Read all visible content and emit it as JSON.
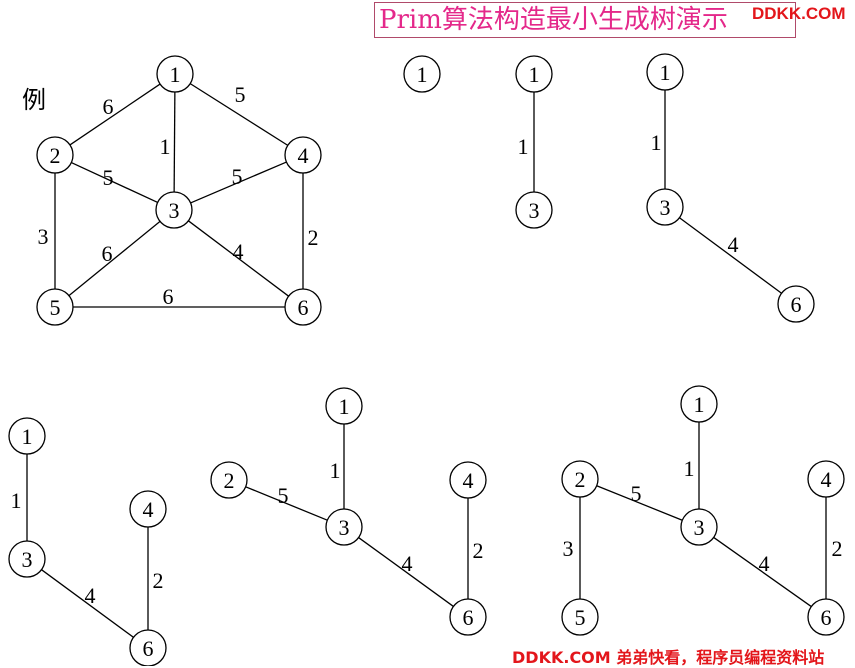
{
  "title": "Prim算法构造最小生成树演示",
  "example_label": "例",
  "watermark_top": "DDKK.COM",
  "watermark_bottom": "DDKK.COM 弟弟快看，程序员编程资料站",
  "diagrams": [
    {
      "id": "example-graph",
      "nodes": [
        "1",
        "2",
        "3",
        "4",
        "5",
        "6"
      ],
      "edges": [
        {
          "from": "1",
          "to": "2",
          "weight": "6"
        },
        {
          "from": "1",
          "to": "3",
          "weight": "1"
        },
        {
          "from": "1",
          "to": "4",
          "weight": "5"
        },
        {
          "from": "2",
          "to": "3",
          "weight": "5"
        },
        {
          "from": "3",
          "to": "4",
          "weight": "5"
        },
        {
          "from": "2",
          "to": "5",
          "weight": "3"
        },
        {
          "from": "3",
          "to": "5",
          "weight": "6"
        },
        {
          "from": "3",
          "to": "6",
          "weight": "4"
        },
        {
          "from": "4",
          "to": "6",
          "weight": "2"
        },
        {
          "from": "5",
          "to": "6",
          "weight": "6"
        }
      ]
    },
    {
      "id": "step-1",
      "nodes": [
        "1"
      ],
      "edges": []
    },
    {
      "id": "step-2",
      "nodes": [
        "1",
        "3"
      ],
      "edges": [
        {
          "from": "1",
          "to": "3",
          "weight": "1"
        }
      ]
    },
    {
      "id": "step-3",
      "nodes": [
        "1",
        "3",
        "6"
      ],
      "edges": [
        {
          "from": "1",
          "to": "3",
          "weight": "1"
        },
        {
          "from": "3",
          "to": "6",
          "weight": "4"
        }
      ]
    },
    {
      "id": "step-4",
      "nodes": [
        "1",
        "3",
        "6",
        "4"
      ],
      "edges": [
        {
          "from": "1",
          "to": "3",
          "weight": "1"
        },
        {
          "from": "3",
          "to": "6",
          "weight": "4"
        },
        {
          "from": "6",
          "to": "4",
          "weight": "2"
        }
      ]
    },
    {
      "id": "step-5",
      "nodes": [
        "1",
        "2",
        "3",
        "4",
        "6"
      ],
      "edges": [
        {
          "from": "1",
          "to": "3",
          "weight": "1"
        },
        {
          "from": "2",
          "to": "3",
          "weight": "5"
        },
        {
          "from": "3",
          "to": "6",
          "weight": "4"
        },
        {
          "from": "6",
          "to": "4",
          "weight": "2"
        }
      ]
    },
    {
      "id": "step-6",
      "nodes": [
        "1",
        "2",
        "3",
        "4",
        "5",
        "6"
      ],
      "edges": [
        {
          "from": "1",
          "to": "3",
          "weight": "1"
        },
        {
          "from": "2",
          "to": "3",
          "weight": "5"
        },
        {
          "from": "2",
          "to": "5",
          "weight": "3"
        },
        {
          "from": "3",
          "to": "6",
          "weight": "4"
        },
        {
          "from": "6",
          "to": "4",
          "weight": "2"
        }
      ]
    }
  ]
}
